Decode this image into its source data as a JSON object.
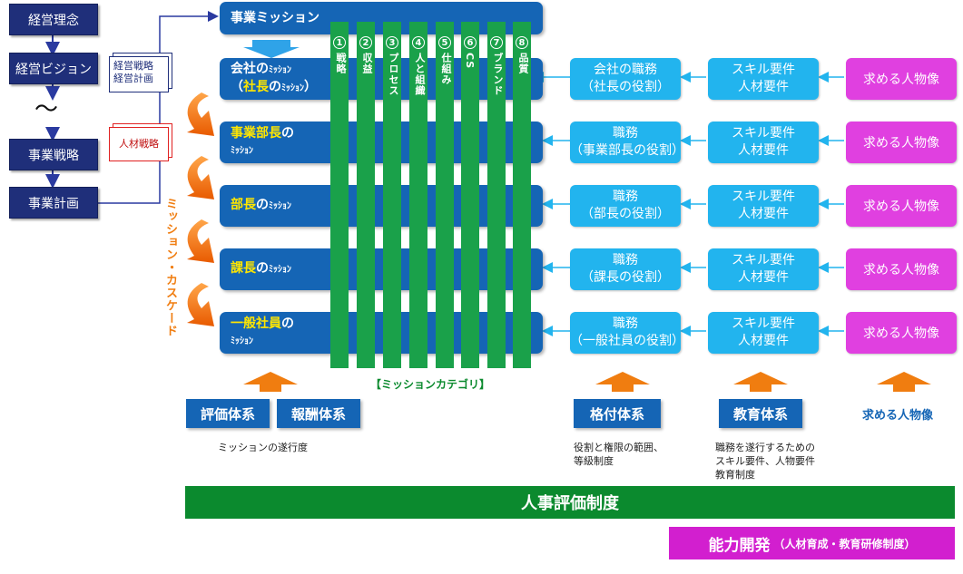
{
  "left_flow": {
    "rinen": "経営理念",
    "vision": "経営ビジョン",
    "senryaku": "事業戦略",
    "keikaku": "事業計画",
    "wave_symbol": "〜"
  },
  "documents": {
    "plan_line1": "経営戦略",
    "plan_line2": "経営計画",
    "hr_strategy": "人材戦略"
  },
  "cascade_label": "ミッション・カスケード",
  "business_mission": "事業ミッション",
  "missions": [
    {
      "prefix": "会社の",
      "prefix_sm": "ﾐｯｼｮﾝ",
      "line2_paren_open": "（",
      "hl": "社長",
      "line2_suffix": "の",
      "line2_sm": "ﾐｯｼｮﾝ",
      "line2_paren_close": "）"
    },
    {
      "hl": "事業部長",
      "suffix": "の",
      "sm": "ﾐｯｼｮﾝ"
    },
    {
      "hl": "部長",
      "suffix": "の",
      "sm": "ﾐｯｼｮﾝ"
    },
    {
      "hl": "課長",
      "suffix": "の",
      "sm": "ﾐｯｼｮﾝ"
    },
    {
      "hl": "一般社員",
      "suffix": "の",
      "sm": "ﾐｯｼｮﾝ"
    }
  ],
  "categories": [
    {
      "num": "1",
      "label": "戦略"
    },
    {
      "num": "2",
      "label": "収益"
    },
    {
      "num": "3",
      "label": "プロセス"
    },
    {
      "num": "4",
      "label": "人と組織"
    },
    {
      "num": "5",
      "label": "仕組み"
    },
    {
      "num": "6",
      "label": "CS"
    },
    {
      "num": "7",
      "label": "ブランド"
    },
    {
      "num": "8",
      "label": "品質"
    }
  ],
  "category_caption": "【ミッションカテゴリ】",
  "duties": [
    {
      "line1": "会社の職務",
      "line2": "（社長の役割）"
    },
    {
      "line1": "職務",
      "line2": "（事業部長の役割）"
    },
    {
      "line1": "職務",
      "line2": "（部長の役割）"
    },
    {
      "line1": "職務",
      "line2": "（課長の役割）"
    },
    {
      "line1": "職務",
      "line2": "（一般社員の役割）"
    }
  ],
  "skills": {
    "line1": "スキル要件",
    "line2": "人材要件"
  },
  "persona": "求める人物像",
  "systems": {
    "hyoka": "評価体系",
    "hoshu": "報酬体系",
    "kakuzuke": "格付体系",
    "kyoiku": "教育体系",
    "persona_label": "求める人物像"
  },
  "notes": {
    "hyoka": "ミッションの遂行度",
    "kakuzuke_1": "役割と権限の範囲、",
    "kakuzuke_2": "等級制度",
    "kyoiku_1": "職務を遂行するための",
    "kyoiku_2": "スキル要件、人物要件",
    "kyoiku_3": "教育制度"
  },
  "hr_system": "人事評価制度",
  "ability_main": "能力開発",
  "ability_sub": "（人材育成・教育研修制度）",
  "colors": {
    "navy": "#1f2f7a",
    "mission_blue": "#1565b5",
    "green": "#1aa14a",
    "cyan": "#22b4ee",
    "magenta": "#e040e0",
    "orange": "#f07d10",
    "dark_green": "#0b8a2e"
  }
}
